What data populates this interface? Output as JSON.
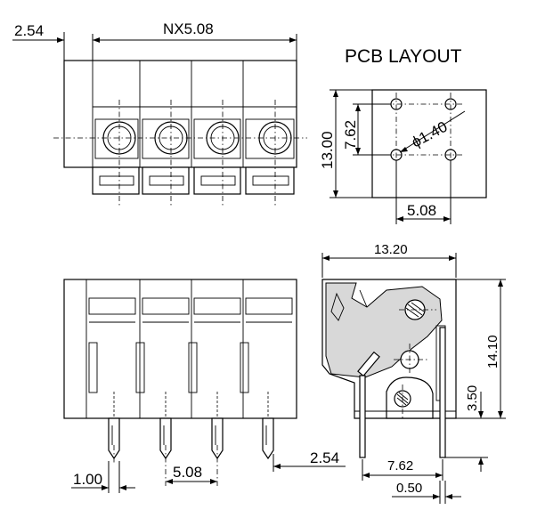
{
  "top_view": {
    "dim_left": "2.54",
    "dim_total": "NX5.08"
  },
  "pcb_layout": {
    "title": "PCB LAYOUT",
    "dim_height": "13.00",
    "dim_pitch_v": "7.62",
    "dim_hole": "ϕ1.40",
    "dim_pitch_h": "5.08"
  },
  "front_view": {
    "dim_pin_width": "1.00",
    "dim_pitch": "5.08",
    "dim_pin_offset": "2.54"
  },
  "side_view": {
    "dim_width": "13.20",
    "dim_height": "14.10",
    "dim_pin_length": "3.50",
    "dim_pin_spacing": "7.62",
    "dim_pin_thickness": "0.50"
  }
}
